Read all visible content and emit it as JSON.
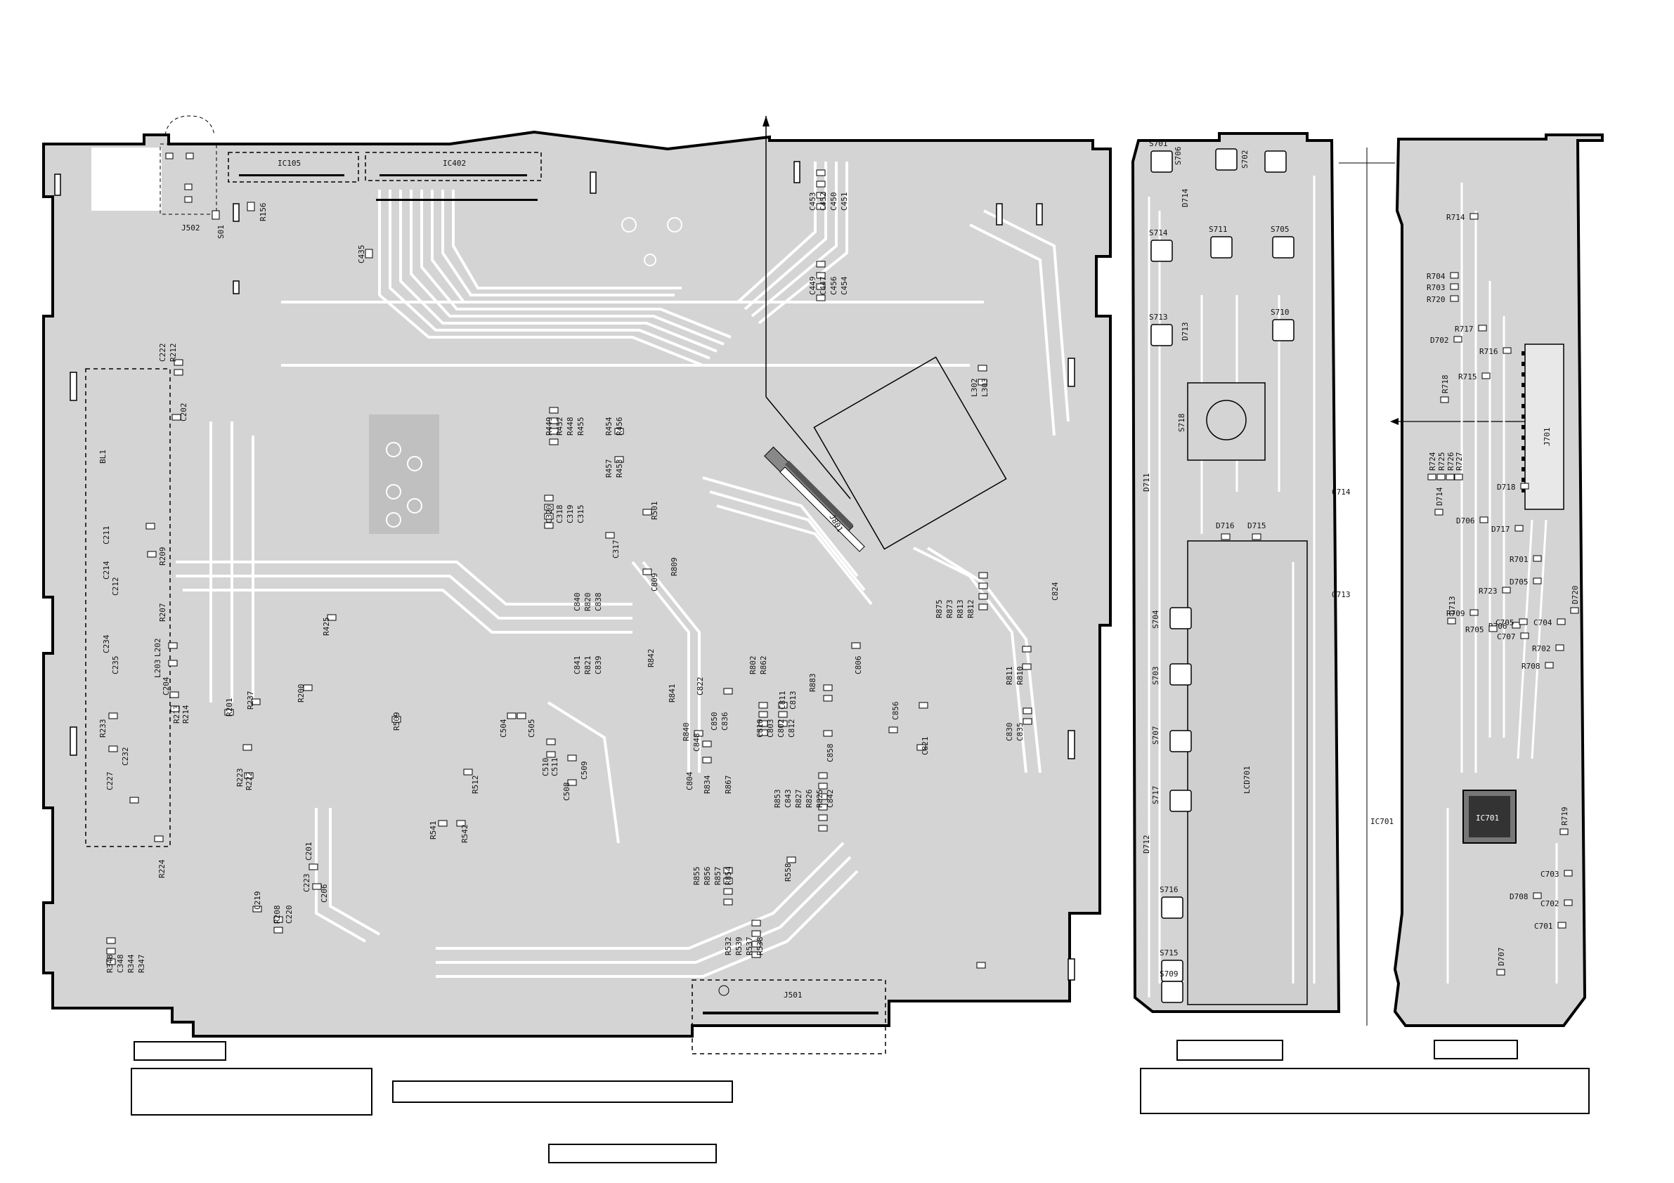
{
  "main_board": {
    "ics": [
      {
        "id": "ic105",
        "label": "IC105"
      },
      {
        "id": "ic402",
        "label": "IC402"
      }
    ],
    "connectors": [
      {
        "id": "j501",
        "label": "J501"
      },
      {
        "id": "j502",
        "label": "J502"
      },
      {
        "id": "j801",
        "label": "J801"
      },
      {
        "id": "bl1",
        "label": "BL1"
      }
    ],
    "labels_h": [
      {
        "id": "s01",
        "text": "S01"
      },
      {
        "id": "r156",
        "text": "R156"
      },
      {
        "id": "c435",
        "text": "C435"
      },
      {
        "id": "l302",
        "text": "L302"
      },
      {
        "id": "l303",
        "text": "L303"
      },
      {
        "id": "r501",
        "text": "R501"
      }
    ],
    "labels_v_group1": [
      "C453",
      "C452",
      "C450",
      "C451"
    ],
    "labels_v_group2": [
      "C449",
      "C447",
      "C456",
      "C454"
    ],
    "labels_v_group3": [
      "R449",
      "R452",
      "R448",
      "R455"
    ],
    "labels_v_group4": [
      "R454",
      "R456"
    ],
    "labels_v_group5": [
      "R457",
      "R453"
    ],
    "labels_v_group6": [
      "C320",
      "C318",
      "C319",
      "C315"
    ],
    "labels_v_group7": [
      "C840",
      "R820",
      "C838"
    ],
    "labels_v_group8": [
      "C841",
      "R821",
      "C839"
    ],
    "labels_v_group9": [
      "R875",
      "R873",
      "R813",
      "R812"
    ],
    "labels_v_group10": [
      "R811",
      "R810"
    ],
    "labels_v_group11": [
      "C830",
      "C835"
    ],
    "labels_v_group12": [
      "R853",
      "C843",
      "R827",
      "R826",
      "R825",
      "C842"
    ],
    "labels_v_group13": [
      "R855",
      "R856",
      "R857",
      "R854"
    ],
    "labels_v_group14": [
      "R532",
      "R539",
      "R537",
      "R538"
    ],
    "labels_v_group15": [
      "R348",
      "C348",
      "R344",
      "R347"
    ],
    "labels_v_group16": [
      "C810",
      "C803",
      "C802",
      "C812"
    ],
    "labels_v_group17": [
      "R802",
      "R862"
    ],
    "labels_v_group18": [
      "C811",
      "C813"
    ],
    "misc_v": [
      {
        "id": "c222",
        "text": "C222"
      },
      {
        "id": "r212",
        "text": "R212"
      },
      {
        "id": "c202",
        "text": "C202"
      },
      {
        "id": "c211",
        "text": "C211"
      },
      {
        "id": "r209",
        "text": "R209"
      },
      {
        "id": "c214",
        "text": "C214"
      },
      {
        "id": "c212",
        "text": "C212"
      },
      {
        "id": "r207",
        "text": "R207"
      },
      {
        "id": "c234",
        "text": "C234"
      },
      {
        "id": "l202",
        "text": "L202"
      },
      {
        "id": "c235",
        "text": "C235"
      },
      {
        "id": "l203",
        "text": "L203"
      },
      {
        "id": "c204",
        "text": "C204"
      },
      {
        "id": "r213",
        "text": "R213"
      },
      {
        "id": "r214",
        "text": "R214"
      },
      {
        "id": "r233",
        "text": "R233"
      },
      {
        "id": "c232",
        "text": "C232"
      },
      {
        "id": "c227",
        "text": "C227"
      },
      {
        "id": "r224",
        "text": "R224"
      },
      {
        "id": "r201",
        "text": "R201"
      },
      {
        "id": "r237",
        "text": "R237"
      },
      {
        "id": "r200",
        "text": "R200"
      },
      {
        "id": "r223",
        "text": "R223"
      },
      {
        "id": "r222",
        "text": "R222"
      },
      {
        "id": "r425",
        "text": "R425"
      },
      {
        "id": "r509",
        "text": "R509"
      },
      {
        "id": "c504",
        "text": "C504"
      },
      {
        "id": "c505",
        "text": "C505"
      },
      {
        "id": "c510",
        "text": "C510"
      },
      {
        "id": "c511",
        "text": "C511"
      },
      {
        "id": "c509",
        "text": "C509"
      },
      {
        "id": "c508",
        "text": "C508"
      },
      {
        "id": "r512",
        "text": "R512"
      },
      {
        "id": "r541",
        "text": "R541"
      },
      {
        "id": "r542",
        "text": "R542"
      },
      {
        "id": "c201",
        "text": "C201"
      },
      {
        "id": "c223",
        "text": "C223"
      },
      {
        "id": "c206",
        "text": "C206"
      },
      {
        "id": "c219",
        "text": "C219"
      },
      {
        "id": "r208",
        "text": "R208"
      },
      {
        "id": "c220",
        "text": "C220"
      },
      {
        "id": "c317",
        "text": "C317"
      },
      {
        "id": "c809",
        "text": "C809"
      },
      {
        "id": "r809",
        "text": "R809"
      },
      {
        "id": "r842",
        "text": "R842"
      },
      {
        "id": "r841",
        "text": "R841"
      },
      {
        "id": "c822",
        "text": "C822"
      },
      {
        "id": "c850",
        "text": "C850"
      },
      {
        "id": "c836",
        "text": "C836"
      },
      {
        "id": "r840",
        "text": "R840"
      },
      {
        "id": "c848",
        "text": "C848"
      },
      {
        "id": "c804",
        "text": "C804"
      },
      {
        "id": "r834",
        "text": "R834"
      },
      {
        "id": "r867",
        "text": "R867"
      },
      {
        "id": "r883",
        "text": "R883"
      },
      {
        "id": "c806",
        "text": "C806"
      },
      {
        "id": "c858",
        "text": "C858"
      },
      {
        "id": "c856",
        "text": "C856"
      },
      {
        "id": "c821",
        "text": "C821"
      },
      {
        "id": "c824",
        "text": "C824"
      },
      {
        "id": "r558",
        "text": "R558"
      }
    ]
  },
  "front_board": {
    "switches": [
      {
        "id": "s701",
        "label": "S701"
      },
      {
        "id": "s706",
        "label": "S706"
      },
      {
        "id": "s702",
        "label": "S702"
      },
      {
        "id": "s714",
        "label": "S714"
      },
      {
        "id": "s711",
        "label": "S711"
      },
      {
        "id": "s705",
        "label": "S705"
      },
      {
        "id": "s713",
        "label": "S713"
      },
      {
        "id": "s710",
        "label": "S710"
      },
      {
        "id": "s718",
        "label": "S718"
      },
      {
        "id": "s704",
        "label": "S704"
      },
      {
        "id": "s703",
        "label": "S703"
      },
      {
        "id": "s707",
        "label": "S707"
      },
      {
        "id": "s717",
        "label": "S717"
      },
      {
        "id": "s716",
        "label": "S716"
      },
      {
        "id": "s715",
        "label": "S715"
      },
      {
        "id": "s709",
        "label": "S709"
      }
    ],
    "diodes": [
      "D714",
      "D713",
      "D711",
      "D716",
      "D715",
      "D712"
    ],
    "lcd": "LCD701",
    "q714": "Q714",
    "q713": "Q713",
    "ic701_ref": "IC701"
  },
  "rear_board": {
    "labels": [
      "R714",
      "R704",
      "R703",
      "R720",
      "R717",
      "D702",
      "R716",
      "R715",
      "R718",
      "R724",
      "R725",
      "R726",
      "R727",
      "D714",
      "D718",
      "D706",
      "D717",
      "R701",
      "D705",
      "D720",
      "R723",
      "D713",
      "R709",
      "R706",
      "C705",
      "C707",
      "C704",
      "R705",
      "R702",
      "R708",
      "R719",
      "C703",
      "D708",
      "C702",
      "C701",
      "D707"
    ],
    "ic701": "IC701",
    "j701": "J701"
  },
  "colors": {
    "board_fill": "#d4d4d4",
    "trace": "#ffffff",
    "outline": "#000000"
  }
}
